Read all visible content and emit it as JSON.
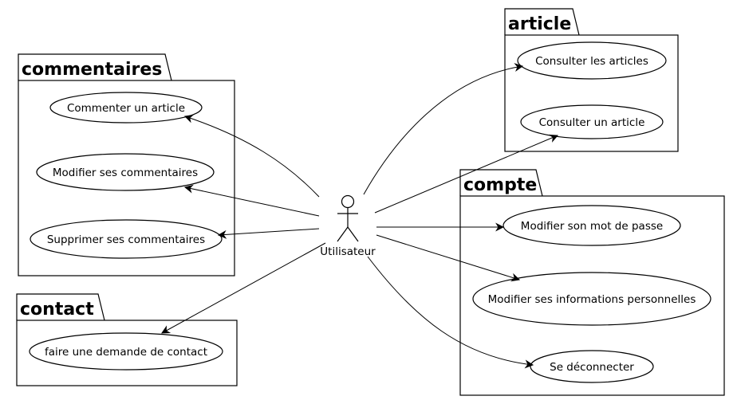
{
  "actor": {
    "label": "Utilisateur"
  },
  "packages": {
    "commentaires": {
      "title": "commentaires",
      "use_cases": [
        "Commenter un article",
        "Modifier ses commentaires",
        "Supprimer ses commentaires"
      ]
    },
    "contact": {
      "title": "contact",
      "use_cases": [
        "faire une demande de contact"
      ]
    },
    "article": {
      "title": "article",
      "use_cases": [
        "Consulter les articles",
        "Consulter un article"
      ]
    },
    "compte": {
      "title": "compte",
      "use_cases": [
        "Modifier son mot de passe",
        "Modifier ses informations personnelles",
        "Se déconnecter"
      ]
    }
  }
}
